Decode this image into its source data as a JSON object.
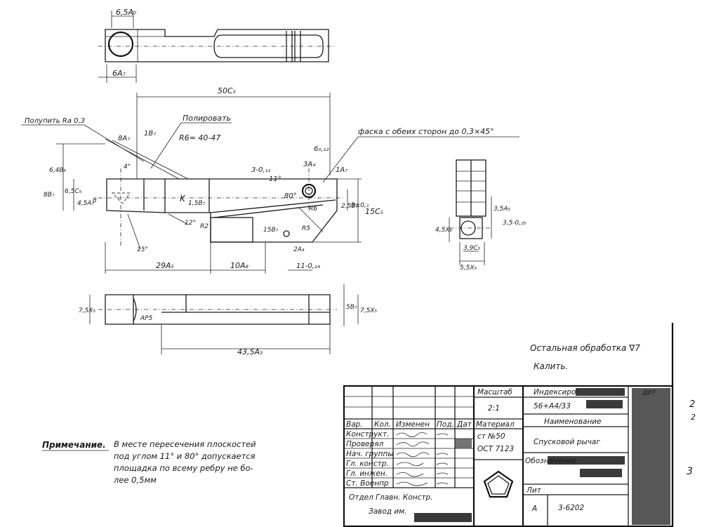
{
  "top_view": {
    "dims": [
      "6,5A₇",
      "6A₇"
    ]
  },
  "front_view": {
    "dims": [
      "50C₅",
      "8A₇",
      "1B₇",
      "R6= 40-47",
      "6₀,₁₂",
      "3A₄",
      "1A₇",
      "3-0,₁₂",
      "11°",
      "80°",
      "R6",
      "R5",
      "2,5B₇",
      "9±0,₁",
      "15C₅",
      "15B₇",
      "1,5B₇",
      "R2",
      "12°",
      "15°",
      "2A₄",
      "6,4B₅",
      "8B₇",
      "6,5C₅",
      "4,5A₇",
      "4°",
      "8",
      "K",
      "29A₅",
      "10A₈",
      "11-0,₂₄"
    ],
    "notes": [
      "Полупить Rа 0,3",
      "Полировать",
      "фаска с обеих сторон до 0,3×45°"
    ]
  },
  "side_view": {
    "dims": [
      "3,5A₅",
      "4,5X₆",
      "3,5-0,₂₅",
      "3,9C₅",
      "5,5X₅"
    ]
  },
  "bottom_view": {
    "dims": [
      "7,5X₅",
      "AP5",
      "5B₇",
      "7,5X₅",
      "43,5A₅"
    ]
  },
  "general_notes": [
    "Остальная обработка ∇7",
    "Калить."
  ],
  "note": {
    "label": "Примечание.",
    "lines": [
      "В месте пересечения плоскостей",
      "под углом 11° и 80° допускается",
      "площадка по всему ребру не бо-",
      "лее 0,5мм"
    ]
  },
  "title_block": {
    "scale_label": "Масштаб",
    "scale_value": "2:1",
    "material_label": "Материал",
    "material_value_1": "ст №50",
    "material_value_2": "ОСТ 7123",
    "index_label": "Индексиро",
    "index_suffix": "дет",
    "index_value": "56+А4/33",
    "name_label": "Наименование",
    "name_value": "Спусковой рычаг",
    "designation": "Обозначение",
    "sheet_label": "Лит",
    "litera": "А",
    "drawing_number": "3-6202",
    "dept_line1": "Отдел Главн. Констр.",
    "dept_line2": "Завод им.",
    "revision_headers": [
      "Вар.",
      "Кол.",
      "Изменен",
      "Под.",
      "Дат"
    ],
    "roles": [
      "Конструкт.",
      "Проверял",
      "Нач. группы",
      "Гл. констр.",
      "Гл. инжен.",
      "Ст. Военпр"
    ],
    "margin_marks": [
      "2",
      "2",
      "3"
    ]
  }
}
